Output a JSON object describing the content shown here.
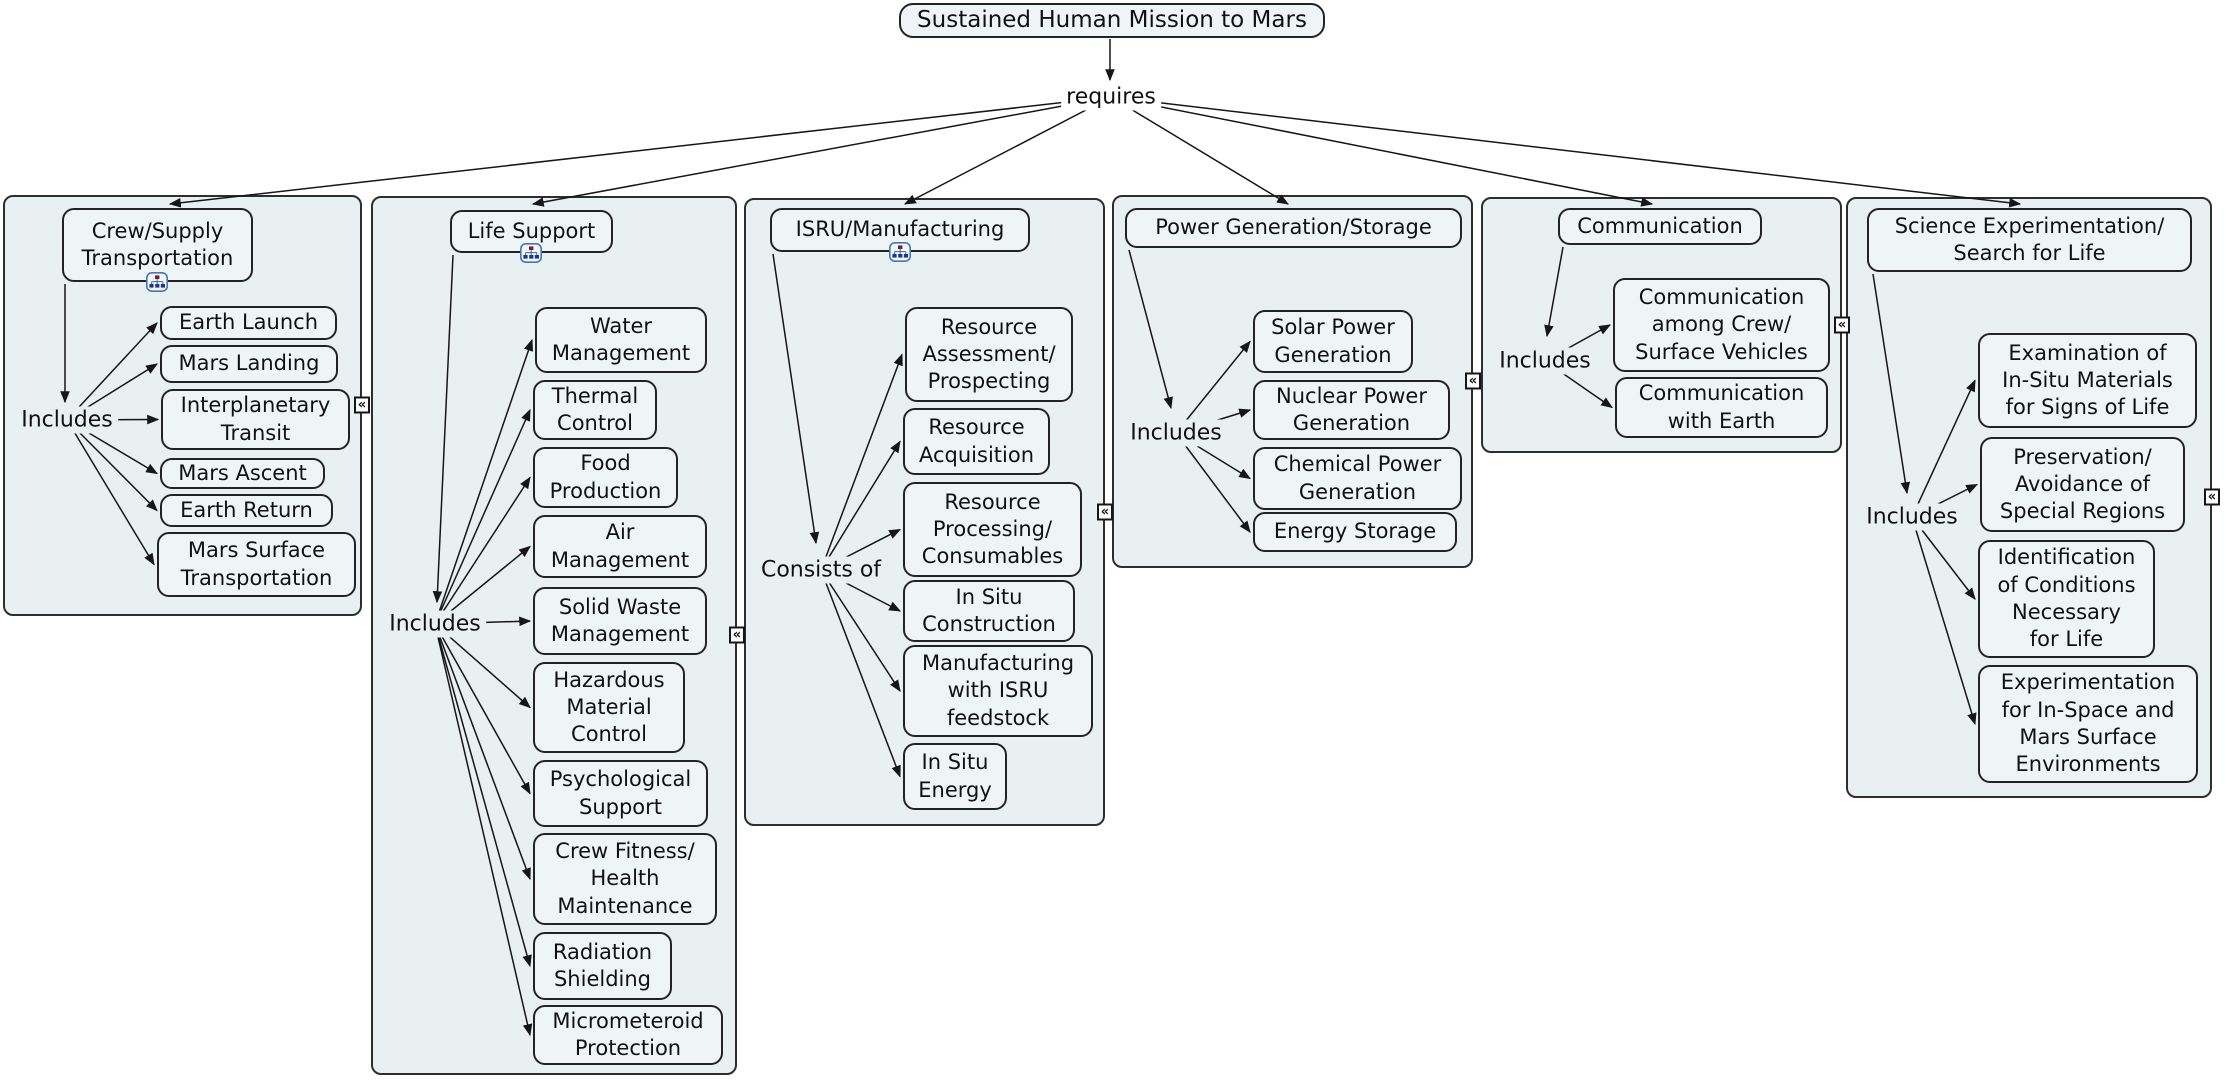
{
  "colors": {
    "group_fill": "#e9f0f2",
    "node_fill": "#eff5f7",
    "node_border": "#232323",
    "line": "#161616",
    "submap_icon_border": "#4576b8",
    "submap_icon_node_top": "#7a1f1f",
    "submap_icon_node_children": "#24357f",
    "page_background": "#ffffff"
  },
  "root": {
    "label": "Sustained Human Mission to Mars",
    "link_label": "requires"
  },
  "groups": [
    {
      "title": "Crew/Supply\nTransportation",
      "linking_phrase": "Includes",
      "has_submap_icon": true,
      "collapse_icon": "«",
      "children": [
        "Earth Launch",
        "Mars Landing",
        "Interplanetary\nTransit",
        "Mars Ascent",
        "Earth Return",
        "Mars Surface\nTransportation"
      ]
    },
    {
      "title": "Life Support",
      "linking_phrase": "Includes",
      "has_submap_icon": true,
      "collapse_icon": "«",
      "children": [
        "Water\nManagement",
        "Thermal\nControl",
        "Food\nProduction",
        "Air\nManagement",
        "Solid Waste\nManagement",
        "Hazardous\nMaterial\nControl",
        "Psychological\nSupport",
        "Crew Fitness/\nHealth\nMaintenance",
        "Radiation\nShielding",
        "Micrometeroid\nProtection"
      ]
    },
    {
      "title": "ISRU/Manufacturing",
      "linking_phrase": "Consists of",
      "has_submap_icon": true,
      "collapse_icon": "«",
      "children": [
        "Resource\nAssessment/\nProspecting",
        "Resource\nAcquisition",
        "Resource\nProcessing/\nConsumables",
        "In Situ\nConstruction",
        "Manufacturing\nwith ISRU\nfeedstock",
        "In Situ\nEnergy"
      ]
    },
    {
      "title": "Power Generation/Storage",
      "linking_phrase": "Includes",
      "has_submap_icon": false,
      "collapse_icon": "«",
      "children": [
        "Solar Power\nGeneration",
        "Nuclear Power\nGeneration",
        "Chemical Power\nGeneration",
        "Energy Storage"
      ]
    },
    {
      "title": "Communication",
      "linking_phrase": "Includes",
      "has_submap_icon": false,
      "collapse_icon": "«",
      "children": [
        "Communication\namong Crew/\nSurface Vehicles",
        "Communication\nwith Earth"
      ]
    },
    {
      "title": "Science Experimentation/\nSearch for Life",
      "linking_phrase": "Includes",
      "has_submap_icon": false,
      "collapse_icon": "«",
      "children": [
        "Examination of\nIn-Situ Materials\nfor Signs of Life",
        "Preservation/\nAvoidance of\nSpecial Regions",
        "Identification\nof Conditions\nNecessary\nfor Life",
        "Experimentation\nfor In-Space and\nMars Surface\nEnvironments"
      ]
    }
  ]
}
